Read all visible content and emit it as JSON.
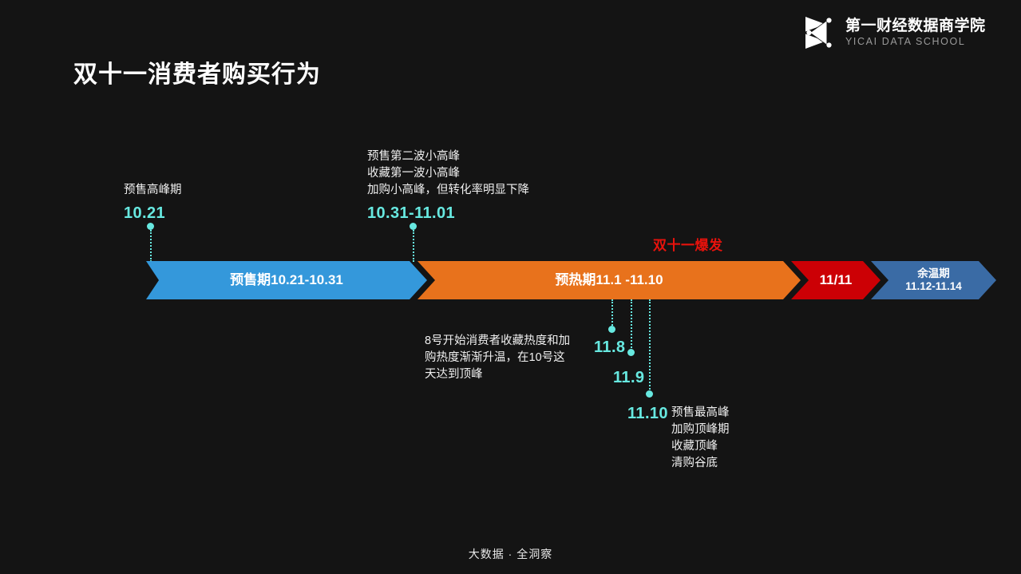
{
  "logo": {
    "mark_icon": "yicai-triangle-logo-icon",
    "name_cn": "第一财经数据商学院",
    "name_en": "YICAI DATA SCHOOL"
  },
  "title": "双十一消费者购买行为",
  "footer": "大数据 · 全洞察",
  "colors": {
    "background": "#141414",
    "accent_cyan": "#67e8e0",
    "presale_blue": "#3498db",
    "warmup_orange": "#e8721c",
    "peak_red": "#cc0005",
    "after_steel": "#3a6ba5",
    "burst_red": "#e8120c",
    "text_white": "#f0f0f0"
  },
  "timeline": {
    "segments": [
      {
        "id": "presale",
        "label": "预售期10.21-10.31",
        "color": "#3498db"
      },
      {
        "id": "warmup",
        "label": "预热期11.1 -11.10",
        "color": "#e8721c"
      },
      {
        "id": "peak",
        "label": "11/11",
        "color": "#cc0005"
      },
      {
        "id": "after",
        "label": "余温期\n11.12-11.14",
        "color": "#3a6ba5"
      }
    ]
  },
  "burst_label": "双十一爆发",
  "annotations_above": [
    {
      "id": "a1",
      "text": "预售高峰期",
      "date": "10.21"
    },
    {
      "id": "a2",
      "text": "预售第二波小高峰\n收藏第一波小高峰\n加购小高峰，但转化率明显下降",
      "date": "10.31-11.01"
    }
  ],
  "annotations_below": {
    "paragraph": "8号开始消费者收藏热度和加\n购热度渐渐升温，在10号这\n天达到顶峰",
    "dates": [
      {
        "id": "d118",
        "label": "11.8"
      },
      {
        "id": "d119",
        "label": "11.9"
      },
      {
        "id": "d1110",
        "label": "11.10"
      }
    ],
    "peak_list": "预售最高峰\n加购顶峰期\n收藏顶峰\n清购谷底"
  }
}
